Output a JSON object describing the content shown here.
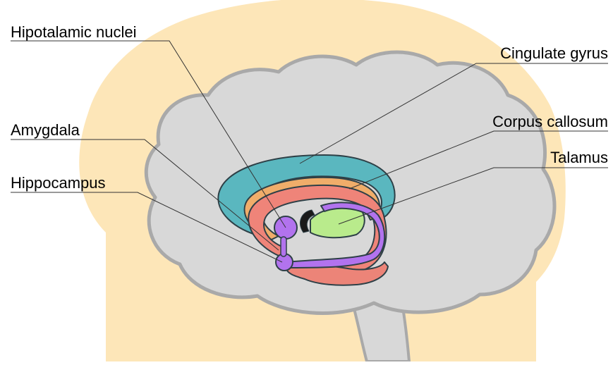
{
  "labels": {
    "hypothalamic_nuclei": "Hipotalamic nuclei",
    "amygdala": "Amygdala",
    "hippocampus": "Hippocampus",
    "cingulate_gyrus": "Cingulate gyrus",
    "corpus_callosum": "Corpus callosum",
    "thalamus": "Talamus"
  },
  "colors": {
    "head": "#fde6b8",
    "brain": "#d8d8d8",
    "brain_outline": "#a9a9a9",
    "cingulate_gyrus": "#5ab7bf",
    "corpus_callosum": "#f0ad6a",
    "fornix_band": "#ef8479",
    "hippocampus": "#ec8478",
    "thalamus": "#b9eb8c",
    "hypothalamic_nuclei": "#b273ee",
    "amygdala": "#b273ee",
    "structure_outline": "#2e4047",
    "leader_line": "#333333"
  }
}
